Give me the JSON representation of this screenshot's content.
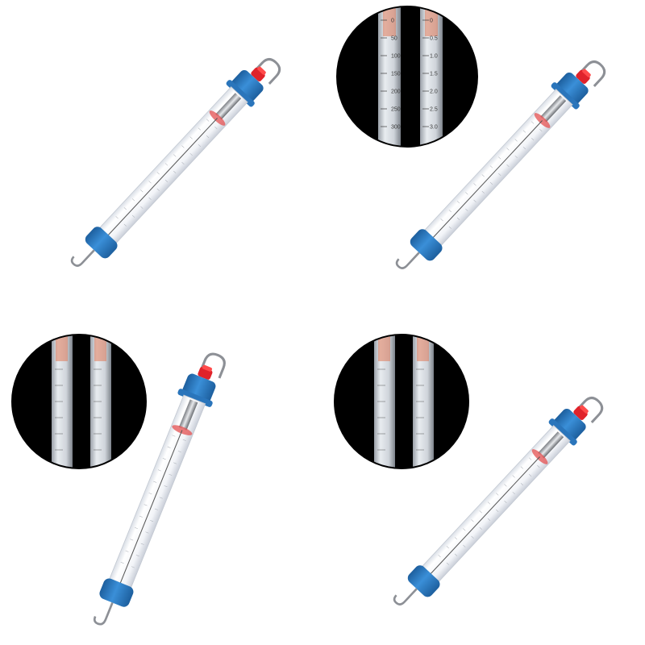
{
  "colors": {
    "background": "#ffffff",
    "cap_blue": "#2f7fc8",
    "cap_blue_dark": "#1d5f9e",
    "knob_red": "#e0232b",
    "tube_glass": "#f4f6f9",
    "indicator_red": "#e45050",
    "zoom_background": "#000000"
  },
  "panels": [
    {
      "id": "tl",
      "has_zoom": false
    },
    {
      "id": "tr",
      "has_zoom": true,
      "zoom_scale_left": [
        "0",
        "50",
        "100",
        "150",
        "200",
        "250",
        "300"
      ],
      "zoom_scale_right": [
        "0",
        "0.5",
        "1.0",
        "1.5",
        "2.0",
        "2.5",
        "3.0"
      ]
    },
    {
      "id": "bl",
      "has_zoom": true,
      "zoom_scale_left": [],
      "zoom_scale_right": []
    },
    {
      "id": "br",
      "has_zoom": true,
      "zoom_scale_left": [],
      "zoom_scale_right": []
    }
  ]
}
